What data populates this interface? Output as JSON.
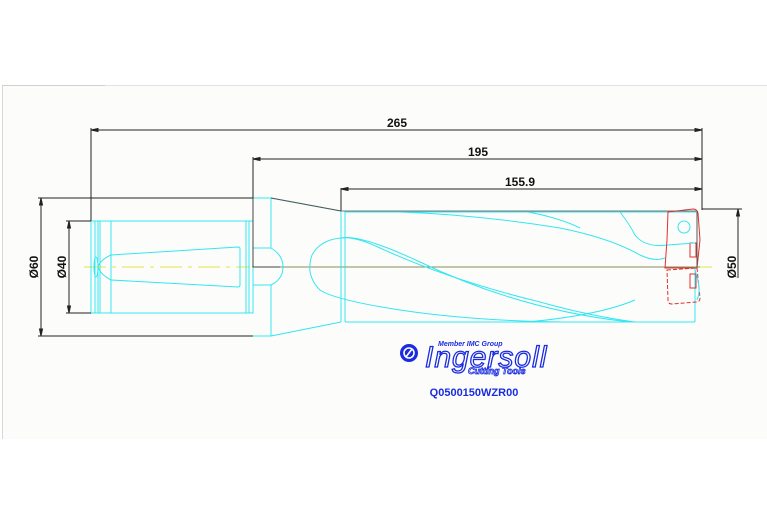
{
  "drawing": {
    "type": "technical-drawing",
    "subject": "indexable drill",
    "colors": {
      "outline": "#33e6f2",
      "dimension": "#222222",
      "insert": "#e03030",
      "centerline": "#e8e86a",
      "brand": "#1a2be0"
    },
    "dimensions": {
      "overall_length": "265",
      "body_length": "195",
      "flute_length": "155.9",
      "shank_outer_dia": "Ø60",
      "shank_dia": "Ø40",
      "drill_dia": "Ø50"
    }
  },
  "logo": {
    "member_text": "Member IMC Group",
    "brand": "Ingersoll",
    "subtitle": "Cutting Tools"
  },
  "part_number": "Q0500150WZR00"
}
